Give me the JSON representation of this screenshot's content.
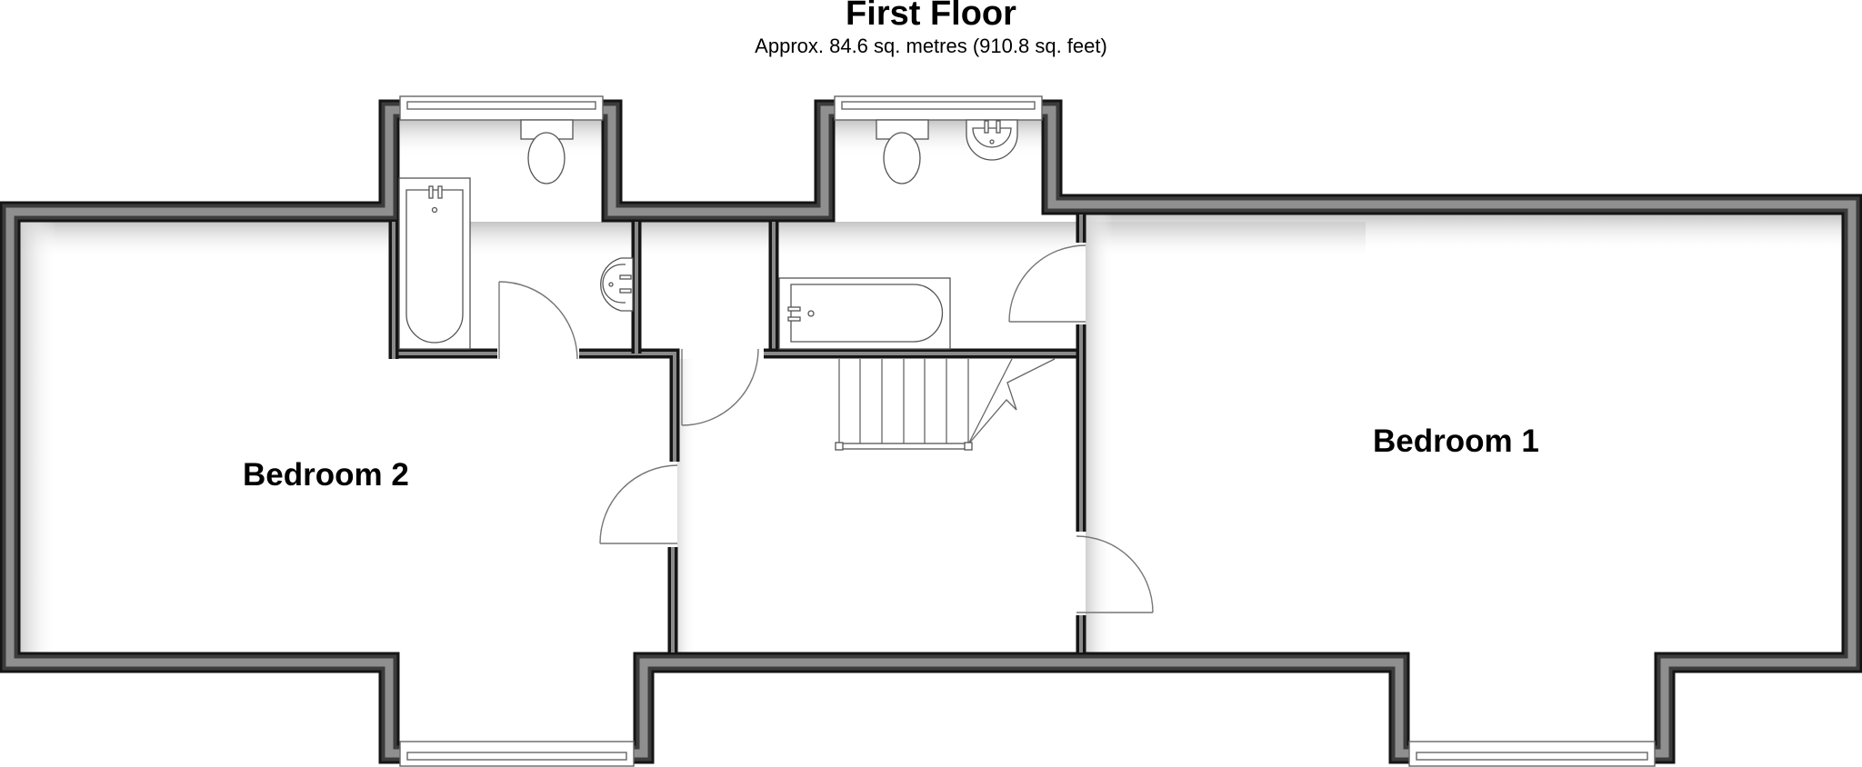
{
  "header": {
    "title": "First Floor",
    "area": "Approx. 84.6 sq. metres (910.8 sq. feet)"
  },
  "rooms": [
    {
      "id": "bedroom-2",
      "label": "Bedroom 2"
    },
    {
      "id": "bedroom-1",
      "label": "Bedroom 1"
    },
    {
      "id": "bathroom-left",
      "label": ""
    },
    {
      "id": "bathroom-right",
      "label": ""
    },
    {
      "id": "landing",
      "label": ""
    }
  ],
  "colors": {
    "wall_outer": "#1a1a1a",
    "wall_mid": "#8f8f8f",
    "floor": "#ffffff",
    "fixture_stroke": "#555555"
  }
}
